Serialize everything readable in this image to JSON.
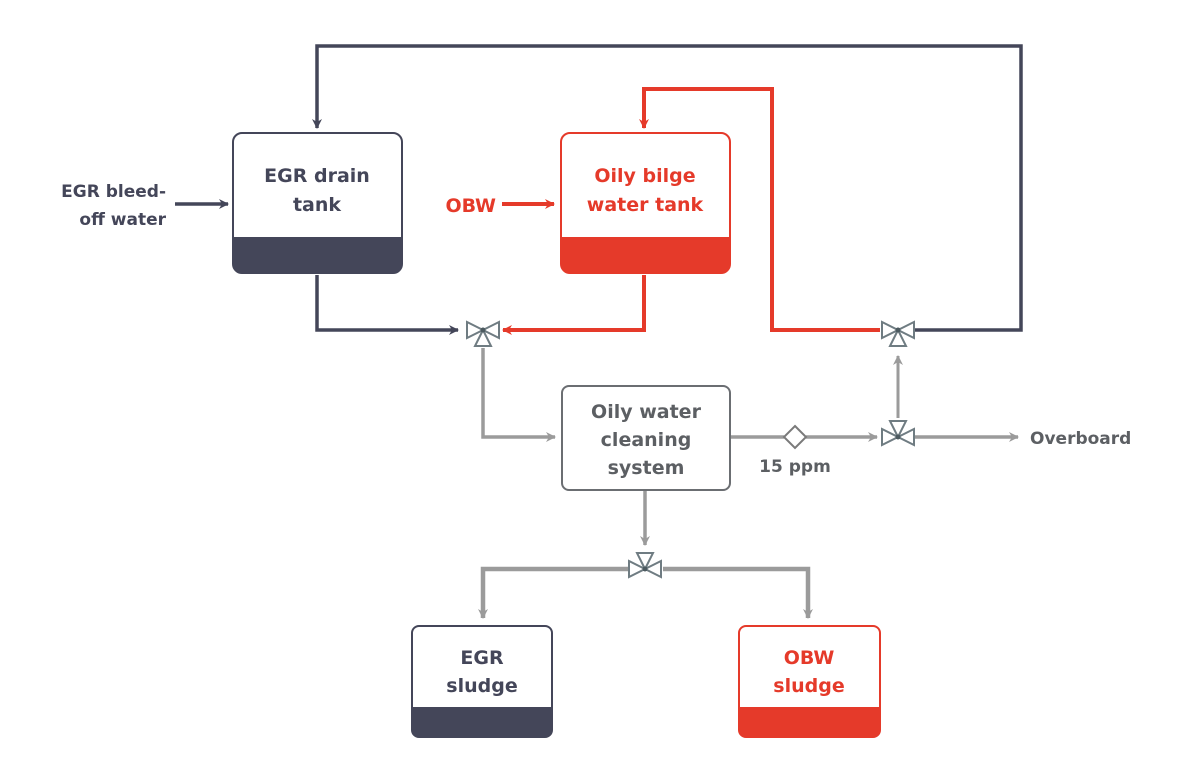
{
  "colors": {
    "dark": "#444659",
    "red": "#e53a2a",
    "grey": "#9b9b9b",
    "valve": "#6f7c82",
    "text_dark": "#444659",
    "text_grey": "#5c5f63"
  },
  "inputs": {
    "egr_bleed_line1": "EGR bleed-",
    "egr_bleed_line2": "off water",
    "obw": "OBW"
  },
  "tanks": {
    "egr_drain": {
      "line1": "EGR drain",
      "line2": "tank"
    },
    "oily_bilge": {
      "line1": "Oily bilge",
      "line2": "water tank"
    },
    "egr_sludge": {
      "line1": "EGR",
      "line2": "sludge"
    },
    "obw_sludge": {
      "line1": "OBW",
      "line2": "sludge"
    }
  },
  "cleaning_system": {
    "line1": "Oily water",
    "line2": "cleaning",
    "line3": "system"
  },
  "sensor": {
    "label": "15 ppm"
  },
  "outputs": {
    "overboard": "Overboard"
  }
}
